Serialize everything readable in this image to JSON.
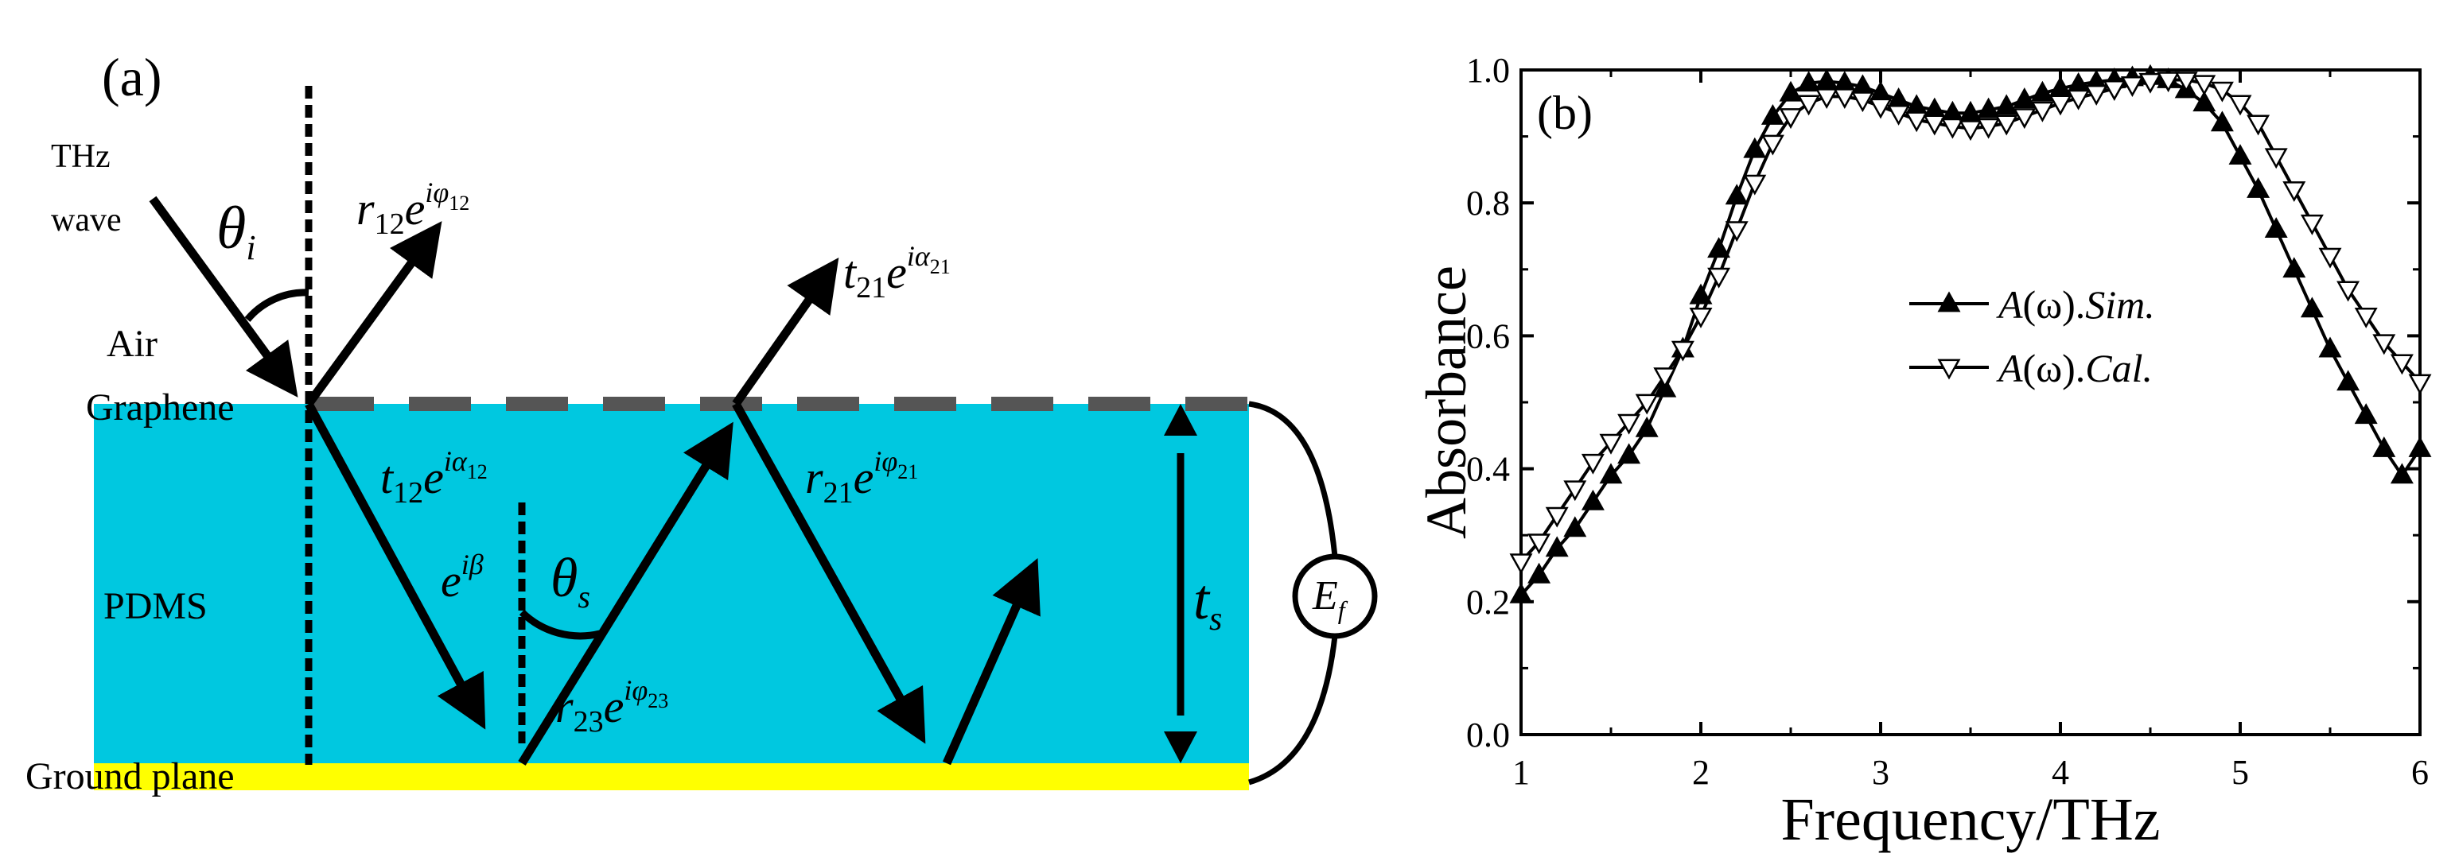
{
  "colors": {
    "pdms": "#00C8E0",
    "ground": "#FFFF00",
    "graphene": "#555555",
    "ink": "#000000"
  },
  "panel_a": {
    "panel_label": "(a)",
    "thz_line1": "THz",
    "thz_line2": "wave",
    "theta_i": {
      "main": "θ",
      "sub": "i"
    },
    "r12": {
      "main": "r",
      "sub": "12",
      "e": "e",
      "sup_i": "i",
      "sup_var": "φ",
      "sup_sub": "12"
    },
    "t21": {
      "main": "t",
      "sub": "21",
      "e": "e",
      "sup_i": "i",
      "sup_var": "α",
      "sup_sub": "21"
    },
    "t12": {
      "main": "t",
      "sub": "12",
      "e": "e",
      "sup_i": "i",
      "sup_var": "α",
      "sup_sub": "12"
    },
    "r21": {
      "main": "r",
      "sub": "21",
      "e": "e",
      "sup_i": "i",
      "sup_var": "φ",
      "sup_sub": "21"
    },
    "r23": {
      "main": "r",
      "sub": "23",
      "e": "e",
      "sup_i": "i",
      "sup_var": "φ",
      "sup_sub": "23"
    },
    "ebeta": {
      "e": "e",
      "sup_i": "i",
      "sup_var": "β"
    },
    "theta_s": {
      "main": "θ",
      "sub": "s"
    },
    "ts": {
      "main": "t",
      "sub": "s"
    },
    "ef": {
      "main": "E",
      "sub": "f"
    },
    "air": "Air",
    "graphene": "Graphene",
    "pdms": "PDMS",
    "ground_plane": "Ground plane"
  },
  "chart_data": {
    "type": "line",
    "panel_label": "(b)",
    "title": "",
    "xlabel": "Frequency/THz",
    "ylabel": "Absorbance",
    "xlim": [
      1,
      6
    ],
    "ylim": [
      0,
      1
    ],
    "xticks": [
      1,
      2,
      3,
      4,
      5,
      6
    ],
    "xtick_labels": [
      "1",
      "2",
      "3",
      "4",
      "5",
      "6"
    ],
    "yticks": [
      0,
      0.2,
      0.4,
      0.6,
      0.8,
      1.0
    ],
    "ytick_labels": [
      "0.0",
      "0.2",
      "0.4",
      "0.6",
      "0.8",
      "1.0"
    ],
    "grid": false,
    "legend_position": "center-right",
    "series": [
      {
        "name": "A(ω).Sim.",
        "legend_prefix": "A",
        "legend_mid": "(ω).",
        "legend_suffix": "Sim.",
        "marker": "triangle-up-filled",
        "x": [
          1.0,
          1.1,
          1.2,
          1.3,
          1.4,
          1.5,
          1.6,
          1.7,
          1.8,
          1.9,
          2.0,
          2.1,
          2.2,
          2.3,
          2.4,
          2.5,
          2.6,
          2.7,
          2.8,
          2.9,
          3.0,
          3.1,
          3.2,
          3.3,
          3.4,
          3.5,
          3.6,
          3.7,
          3.8,
          3.9,
          4.0,
          4.1,
          4.2,
          4.3,
          4.4,
          4.5,
          4.6,
          4.7,
          4.8,
          4.9,
          5.0,
          5.1,
          5.2,
          5.3,
          5.4,
          5.5,
          5.6,
          5.7,
          5.8,
          5.9,
          6.0
        ],
        "y": [
          0.21,
          0.24,
          0.28,
          0.31,
          0.35,
          0.39,
          0.42,
          0.46,
          0.52,
          0.58,
          0.66,
          0.73,
          0.81,
          0.88,
          0.93,
          0.965,
          0.98,
          0.983,
          0.98,
          0.975,
          0.965,
          0.955,
          0.945,
          0.94,
          0.935,
          0.935,
          0.94,
          0.945,
          0.955,
          0.965,
          0.972,
          0.978,
          0.982,
          0.985,
          0.988,
          0.99,
          0.985,
          0.97,
          0.95,
          0.92,
          0.87,
          0.82,
          0.76,
          0.7,
          0.64,
          0.58,
          0.53,
          0.48,
          0.43,
          0.39,
          0.43
        ]
      },
      {
        "name": "A(ω).Cal.",
        "legend_prefix": "A",
        "legend_mid": "(ω).",
        "legend_suffix": "Cal.",
        "marker": "triangle-down-open",
        "x": [
          1.0,
          1.1,
          1.2,
          1.3,
          1.4,
          1.5,
          1.6,
          1.7,
          1.8,
          1.9,
          2.0,
          2.1,
          2.2,
          2.3,
          2.4,
          2.5,
          2.6,
          2.7,
          2.8,
          2.9,
          3.0,
          3.1,
          3.2,
          3.3,
          3.4,
          3.5,
          3.6,
          3.7,
          3.8,
          3.9,
          4.0,
          4.1,
          4.2,
          4.3,
          4.4,
          4.5,
          4.6,
          4.7,
          4.8,
          4.9,
          5.0,
          5.1,
          5.2,
          5.3,
          5.4,
          5.5,
          5.6,
          5.7,
          5.8,
          5.9,
          6.0
        ],
        "y": [
          0.26,
          0.29,
          0.33,
          0.37,
          0.41,
          0.44,
          0.47,
          0.5,
          0.54,
          0.58,
          0.63,
          0.69,
          0.76,
          0.83,
          0.89,
          0.93,
          0.95,
          0.96,
          0.96,
          0.955,
          0.945,
          0.935,
          0.925,
          0.92,
          0.915,
          0.912,
          0.915,
          0.92,
          0.93,
          0.94,
          0.95,
          0.958,
          0.965,
          0.972,
          0.978,
          0.983,
          0.985,
          0.985,
          0.98,
          0.97,
          0.95,
          0.92,
          0.87,
          0.82,
          0.77,
          0.72,
          0.67,
          0.63,
          0.59,
          0.56,
          0.53
        ]
      }
    ]
  }
}
